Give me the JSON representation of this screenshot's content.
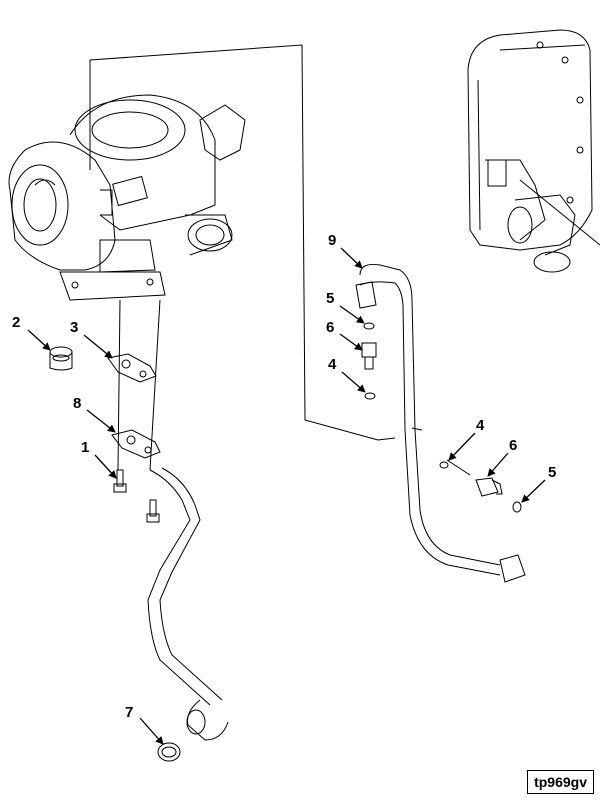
{
  "figure": {
    "id_label": "tp969gv"
  },
  "callouts": {
    "c1": "1",
    "c2": "2",
    "c3": "3",
    "c4a": "4",
    "c4b": "4",
    "c5a": "5",
    "c5b": "5",
    "c6a": "6",
    "c6b": "6",
    "c7": "7",
    "c8": "8",
    "c9": "9"
  }
}
